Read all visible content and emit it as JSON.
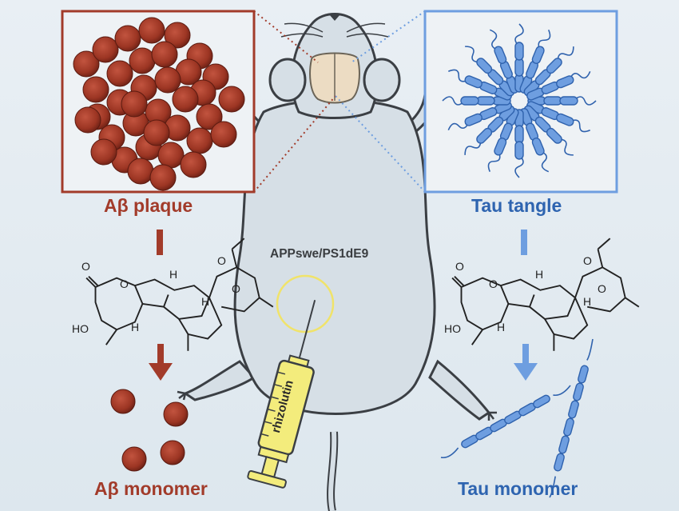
{
  "labels": {
    "abeta_plaque": "Aβ plaque",
    "tau_tangle": "Tau tangle",
    "abeta_monomer": "Aβ monomer",
    "tau_monomer": "Tau monomer",
    "mouse_model": "APPswe/PS1dE9",
    "syringe": "rhizolutin"
  },
  "molecule_atoms": {
    "hydroxyl": "HO",
    "hydrogen": "H",
    "oxygen": "O"
  },
  "colors": {
    "abeta": "#a23b2a",
    "tau": "#5b8fd6",
    "tau_dark": "#2e64b0",
    "background": "#e4ecf2",
    "mouse_body": "#d6dfe6",
    "brain": "#ecdcc3",
    "syringe": "#f3ec7c",
    "injection_circle": "#f0e36a"
  },
  "icons": [
    "mouse-illustration",
    "syringe-icon",
    "brain-icon",
    "arrow-down-icon"
  ]
}
